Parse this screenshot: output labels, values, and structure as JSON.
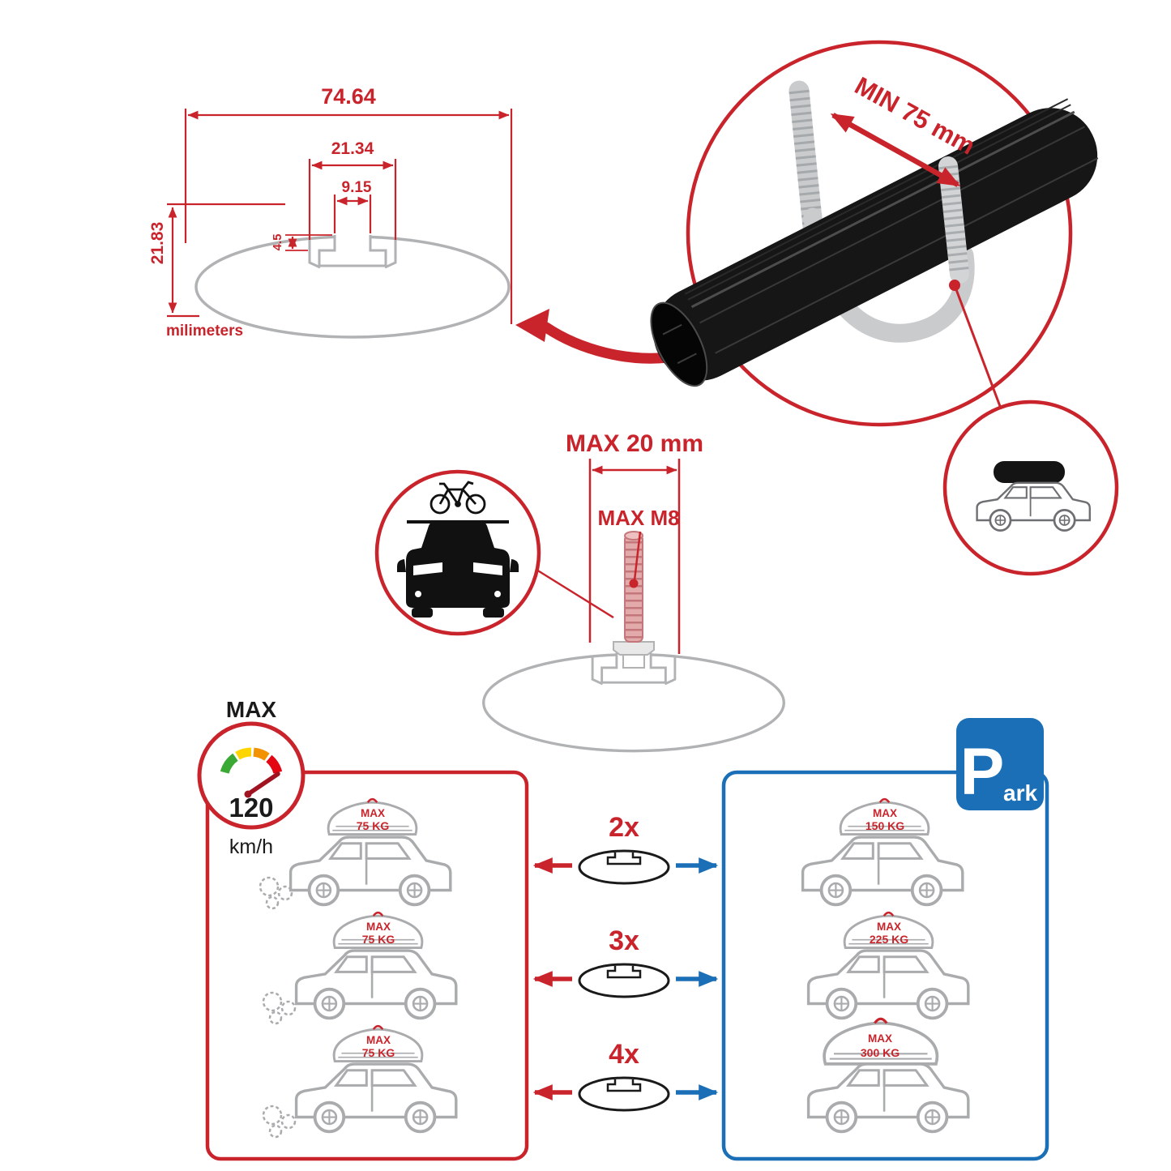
{
  "profile_dimensions": {
    "total_width": "74.64",
    "channel_width": "21.34",
    "slot_width": "9.15",
    "slot_depth": "4.5",
    "total_height": "21.83",
    "units_label": "milimeters"
  },
  "clamp_detail": {
    "min_span_label": "MIN 75 mm"
  },
  "bolt_detail": {
    "max_length_label": "MAX 20 mm",
    "max_thread_label": "MAX M8"
  },
  "speed_limit": {
    "title": "MAX",
    "value": "120",
    "units": "km/h"
  },
  "park_sign": {
    "letter": "P",
    "rest": "ark"
  },
  "capacity": {
    "multipliers": [
      "2x",
      "3x",
      "4x"
    ],
    "moving": [
      {
        "line1": "MAX",
        "line2": "75 KG"
      },
      {
        "line1": "MAX",
        "line2": "75 KG"
      },
      {
        "line1": "MAX",
        "line2": "75 KG"
      }
    ],
    "parked": [
      {
        "line1": "MAX",
        "line2": "150 KG"
      },
      {
        "line1": "MAX",
        "line2": "225 KG"
      },
      {
        "line1": "MAX",
        "line2": "300 KG"
      }
    ]
  },
  "colors": {
    "accent_red": "#c9242b",
    "accent_blue": "#1b6fb7",
    "line_gray": "#a9abad",
    "bar_black": "#161616",
    "gauge_green": "#3aaa35",
    "gauge_yellow": "#ffd500",
    "gauge_orange": "#f39200",
    "gauge_red": "#e30613"
  }
}
